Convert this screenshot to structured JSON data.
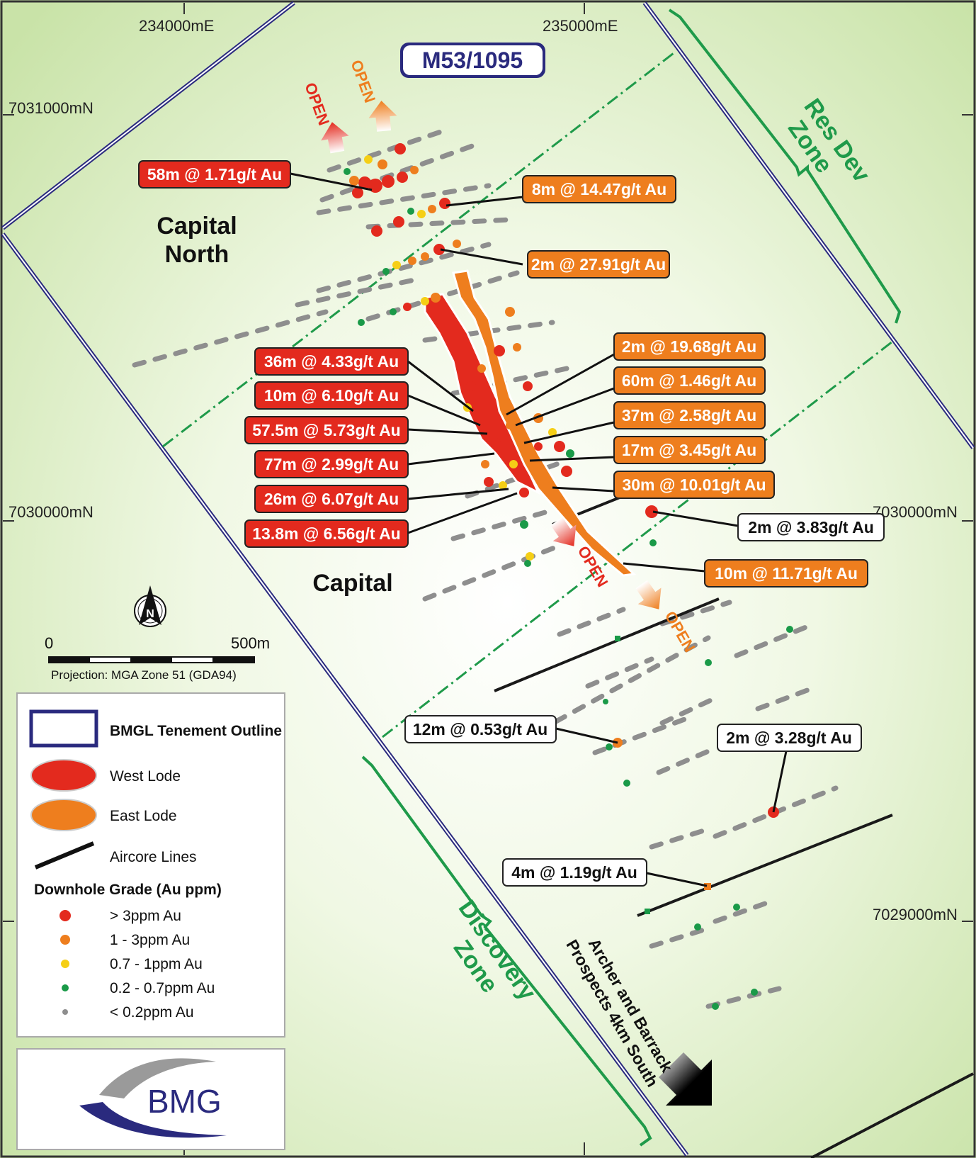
{
  "tenement_id": "M53/1095",
  "grid": {
    "easting_labels": [
      "234000mE",
      "235000mE"
    ],
    "northing_labels": [
      "7031000mN",
      "7030000mN",
      "7030000mN",
      "7029000mN"
    ]
  },
  "prospects": {
    "capital_north_1": "Capital",
    "capital_north_2": "North",
    "capital": "Capital"
  },
  "zones": {
    "res_dev_1": "Res Dev",
    "res_dev_2": "Zone",
    "discovery_1": "Discovery",
    "discovery_2": "Zone"
  },
  "open_labels": [
    "OPEN",
    "OPEN",
    "OPEN",
    "OPEN"
  ],
  "intercepts_red": [
    "58m @ 1.71g/t Au",
    "36m @ 4.33g/t Au",
    "10m @ 6.10g/t Au",
    "57.5m @ 5.73g/t Au",
    "77m @ 2.99g/t Au",
    "26m @ 6.07g/t Au",
    "13.8m @ 6.56g/t Au"
  ],
  "intercepts_orange": [
    "8m @ 14.47g/t Au",
    "2m @ 27.91g/t Au",
    "2m @ 19.68g/t Au",
    "60m @ 1.46g/t Au",
    "37m @ 2.58g/t Au",
    "17m @ 3.45g/t Au",
    "30m @ 10.01g/t Au",
    "10m @ 11.71g/t Au"
  ],
  "intercepts_white": [
    "2m @ 3.83g/t Au",
    "12m @ 0.53g/t Au",
    "2m @ 3.28g/t Au",
    "4m @ 1.19g/t Au"
  ],
  "south_arrow_1": "Archer and Barrack",
  "south_arrow_2": "Prospects 4km South",
  "north_arrow": "N",
  "scale": {
    "zero": "0",
    "max": "500m",
    "projection": "Projection: MGA Zone 51 (GDA94)"
  },
  "legend": {
    "tenement": "BMGL Tenement Outline",
    "west_lode": "West Lode",
    "east_lode": "East Lode",
    "aircore": "Aircore Lines",
    "grade_title": "Downhole Grade (Au ppm)",
    "grades": [
      "> 3ppm Au",
      "1 - 3ppm Au",
      "0.7 - 1ppm Au",
      "0.2 - 0.7ppm Au",
      "< 0.2ppm Au"
    ]
  },
  "logo": "BMG",
  "colors": {
    "red": "#e32a1e",
    "orange": "#ee7e1e",
    "yellow": "#f5cf16",
    "green": "#1a9a48",
    "grey": "#8e8e8e",
    "zone_green": "#1f9a4a",
    "tenement_blue": "#2a2a7e",
    "background": "#e6f3d0"
  }
}
